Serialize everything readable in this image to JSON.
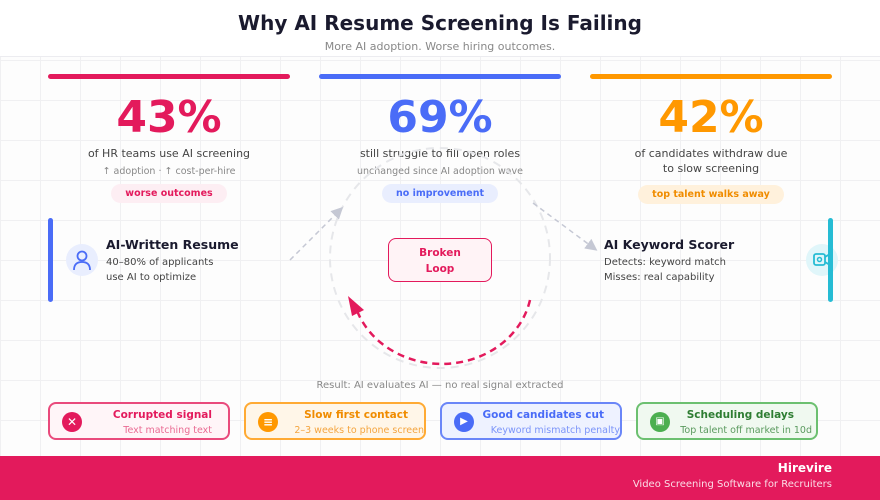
{
  "header": {
    "title": "Why AI Resume Screening Is Failing",
    "subtitle": "More AI adoption. Worse hiring outcomes."
  },
  "stats": [
    {
      "value": "43%",
      "desc": "of HR teams use AI screening",
      "note": "↑ adoption · ↑ cost-per-hire",
      "pill": "worse outcomes",
      "color": "#e31a5c"
    },
    {
      "value": "69%",
      "desc": "still struggle to fill open roles",
      "note": "unchanged since AI adoption wave",
      "pill": "no improvement",
      "color": "#4a6cf7"
    },
    {
      "value": "42%",
      "desc1": "of candidates withdraw due",
      "desc2": "to slow screening",
      "pill": "top talent walks away",
      "color": "#ff9800"
    }
  ],
  "loop": {
    "left": {
      "title": "AI-Written Resume",
      "line1": "40–80% of applicants",
      "line2": "use AI to optimize",
      "icon": "user-icon"
    },
    "center": {
      "line1": "Broken",
      "line2": "Loop"
    },
    "right": {
      "title": "AI Keyword Scorer",
      "line1": "Detects: keyword match",
      "line2": "Misses: real capability",
      "icon": "camera-icon"
    }
  },
  "result": "Result: AI evaluates AI — no real signal extracted",
  "cards": [
    {
      "title": "Corrupted signal",
      "sub": "Text matching text",
      "icon": "x-icon",
      "color": "#e31a5c"
    },
    {
      "title": "Slow first contact",
      "sub": "2–3 weeks to phone screen",
      "icon": "list-icon",
      "color": "#ff9800"
    },
    {
      "title": "Good candidates cut",
      "sub": "Keyword mismatch penalty",
      "icon": "play-icon",
      "color": "#4a6cf7"
    },
    {
      "title": "Scheduling delays",
      "sub": "Top talent off market in 10d",
      "icon": "calendar-icon",
      "color": "#4caf50"
    }
  ],
  "footer": {
    "brand": "Hirevire",
    "tagline": "Video Screening Software for Recruiters"
  }
}
